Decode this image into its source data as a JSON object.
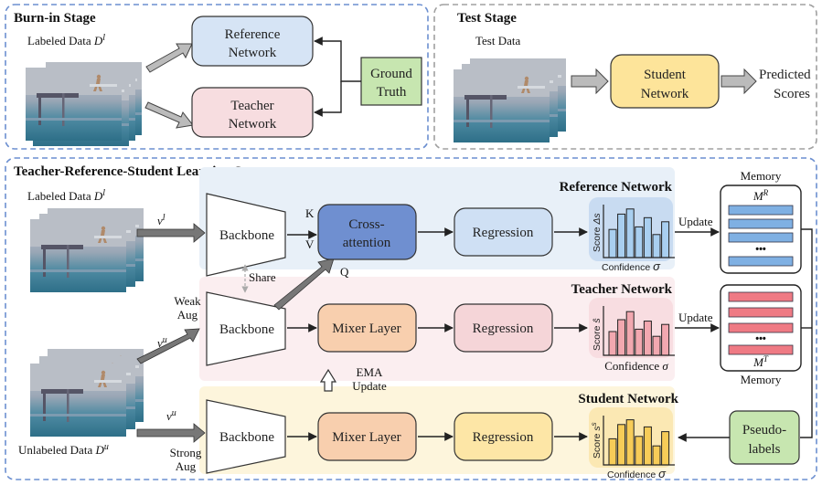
{
  "burnin": {
    "title": "Burn-in Stage",
    "labeled_data": "Labeled Data",
    "labeled_sym": "D",
    "labeled_sup": "l",
    "reference_line1": "Reference",
    "reference_line2": "Network",
    "teacher_line1": "Teacher",
    "teacher_line2": "Network",
    "ground_line1": "Ground",
    "ground_line2": "Truth"
  },
  "test": {
    "title": "Test Stage",
    "test_data": "Test  Data",
    "student_line1": "Student",
    "student_line2": "Network",
    "pred_line1": "Predicted",
    "pred_line2": "Scores"
  },
  "trs": {
    "title": "Teacher-Reference-Student Learning Stage",
    "labeled_data": "Labeled Data",
    "labeled_sym": "D",
    "labeled_sup": "l",
    "unlabeled_data": "Unlabeled Data",
    "unlabeled_sym": "D",
    "unlabeled_sup": "u",
    "v_l": "v",
    "v_l_sup": "l",
    "v_u": "v",
    "v_u_sup": "u",
    "weak_aug_1": "Weak",
    "weak_aug_2": "Aug",
    "strong_aug_1": "Strong",
    "strong_aug_2": "Aug",
    "backbone": "Backbone",
    "share": "Share",
    "K": "K",
    "V": "V",
    "Q": "Q",
    "cross_line1": "Cross-",
    "cross_line2": "attention",
    "mixer": "Mixer Layer",
    "regression": "Regression",
    "reference_network": "Reference Network",
    "teacher_network": "Teacher Network",
    "student_network": "Student Network",
    "ema_1": "EMA",
    "ema_2": "Update",
    "score_ref": "Score",
    "score_ref_sym": "Δs",
    "score_teacher": "Score",
    "score_teacher_sym": "ŝ",
    "score_student": "Score",
    "score_student_sym": "s",
    "score_student_sup": "s",
    "confidence": "Confidence",
    "sigma": "σ",
    "update": "Update",
    "memory": "Memory",
    "mem_r": "M",
    "mem_r_sup": "R",
    "mem_t": "M",
    "mem_t_sup": "T",
    "dots": "•••",
    "pseudo_line1": "Pseudo-",
    "pseudo_line2": "labels"
  },
  "colors": {
    "reference_fill": "#d6e4f5",
    "teacher_fill": "#f7dde0",
    "ground_fill": "#c7e6b0",
    "student_fill": "#fde49a",
    "cross_fill": "#6f8fd0",
    "mixer_fill": "#f8cfae",
    "regression_ref_fill": "#cfe0f4",
    "regression_teacher_fill": "#f5d5d8",
    "regression_student_fill": "#fde6a6",
    "bar_ref": "#a9cff0",
    "bar_teacher": "#f2a8b0",
    "bar_student": "#f7cc58",
    "memory_ref": "#7fb0e3",
    "memory_teacher": "#ef7a84",
    "dash_border": "#6c8fd0"
  },
  "bars": {
    "reference": [
      0.55,
      0.85,
      0.95,
      0.6,
      0.78,
      0.45,
      0.7
    ],
    "teacher": [
      0.5,
      0.75,
      0.92,
      0.55,
      0.72,
      0.4,
      0.65
    ],
    "student": [
      0.55,
      0.85,
      0.95,
      0.6,
      0.8,
      0.4,
      0.7
    ]
  }
}
